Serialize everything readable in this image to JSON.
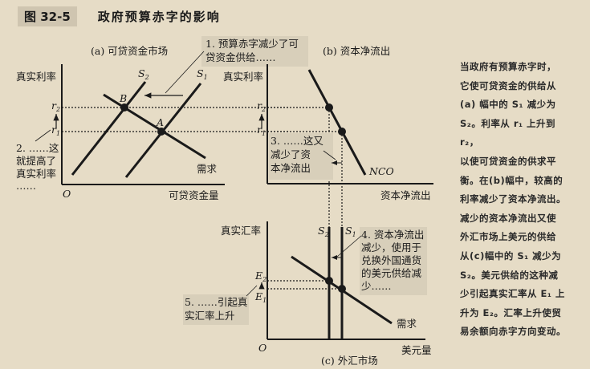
{
  "figure": {
    "number": "图 32-5",
    "title": "政府预算赤字的影响"
  },
  "panel_a": {
    "title": "(a) 可贷资金市场",
    "y_axis_label": "真实利率",
    "x_axis_label": "可贷资金量",
    "origin": "O",
    "curves": {
      "s1": "S",
      "s1_sub": "1",
      "s2": "S",
      "s2_sub": "2",
      "demand": "需求"
    },
    "points": {
      "a": "A",
      "b": "B"
    },
    "ticks": {
      "r2": "r",
      "r2_sub": "2",
      "r1": "r",
      "r1_sub": "1"
    },
    "annotation_1": [
      "1. 预算赤字减少了可",
      "贷资金供给……"
    ],
    "annotation_2": [
      "2. ……这",
      "就提高了",
      "真实利率",
      "……"
    ]
  },
  "panel_b": {
    "title": "(b) 资本净流出",
    "y_axis_label": "真实利率",
    "x_axis_label": "资本净流出",
    "curve": "NCO",
    "ticks": {
      "r2": "r",
      "r2_sub": "2",
      "r1": "r",
      "r1_sub": "1"
    },
    "annotation_3": [
      "3. ……这又",
      "减少了资",
      "本净流出"
    ]
  },
  "panel_c": {
    "title": "(c) 外汇市场",
    "y_axis_label": "真实汇率",
    "x_axis_label": "美元量",
    "origin": "O",
    "curves": {
      "s1": "S",
      "s1_sub": "1",
      "s2": "S",
      "s2_sub": "2",
      "demand": "需求"
    },
    "ticks": {
      "e2": "E",
      "e2_sub": "2",
      "e1": "E",
      "e1_sub": "1"
    },
    "annotation_4": [
      "4. 资本净流出",
      "减少，使用于",
      "兑换外国通货",
      "的美元供给减",
      "少……"
    ],
    "annotation_5": [
      "5. ……引起真",
      "实汇率上升"
    ]
  },
  "caption": {
    "lines": [
      "当政府有预算赤字时，",
      "它使可贷资金的供给从",
      "(a) 幅中的 S₁ 减少为",
      "S₂。利率从 r₁ 上升到 r₂，",
      "以使可贷资金的供求平",
      "衡。在(b)幅中，较高的",
      "利率减少了资本净流出。",
      "减少的资本净流出又使",
      "外汇市场上美元的供给",
      "从(c)幅中的 S₁ 减少为",
      "S₂。美元供给的这种减",
      "少引起真实汇率从 E₁ 上",
      "升为 E₂。汇率上升使贸",
      "易余额向赤字方向变动。"
    ]
  },
  "chart_data": [
    {
      "type": "diagram",
      "title": "(a) 可贷资金市场",
      "xlabel": "可贷资金量",
      "ylabel": "真实利率",
      "series": [
        {
          "name": "S1",
          "kind": "supply",
          "shape": "upward line"
        },
        {
          "name": "S2",
          "kind": "supply",
          "shape": "upward line, shifted left of S1"
        },
        {
          "name": "需求",
          "kind": "demand",
          "shape": "downward line"
        }
      ],
      "equilibria": [
        {
          "label": "A",
          "curves": [
            "S1",
            "需求"
          ],
          "rate": "r1"
        },
        {
          "label": "B",
          "curves": [
            "S2",
            "需求"
          ],
          "rate": "r2"
        }
      ],
      "annotations": [
        "1. 预算赤字减少了可贷资金供给……",
        "2. ……这就提高了真实利率……"
      ]
    },
    {
      "type": "diagram",
      "title": "(b) 资本净流出",
      "xlabel": "资本净流出",
      "ylabel": "真实利率",
      "series": [
        {
          "name": "NCO",
          "shape": "downward steep line"
        }
      ],
      "points": [
        {
          "rate": "r2",
          "nco": "lower"
        },
        {
          "rate": "r1",
          "nco": "higher"
        }
      ],
      "annotations": [
        "3. ……这又减少了资本净流出"
      ]
    },
    {
      "type": "diagram",
      "title": "(c) 外汇市场",
      "xlabel": "美元量",
      "ylabel": "真实汇率",
      "series": [
        {
          "name": "S1",
          "kind": "supply",
          "shape": "vertical line"
        },
        {
          "name": "S2",
          "kind": "supply",
          "shape": "vertical line, shifted left of S1"
        },
        {
          "name": "需求",
          "kind": "demand",
          "shape": "downward line"
        }
      ],
      "equilibria": [
        {
          "curves": [
            "S1",
            "需求"
          ],
          "rate": "E1"
        },
        {
          "curves": [
            "S2",
            "需求"
          ],
          "rate": "E2"
        }
      ],
      "annotations": [
        "4. 资本净流出减少，使用于兑换外国通货的美元供给减少……",
        "5. ……引起真实汇率上升"
      ]
    }
  ]
}
